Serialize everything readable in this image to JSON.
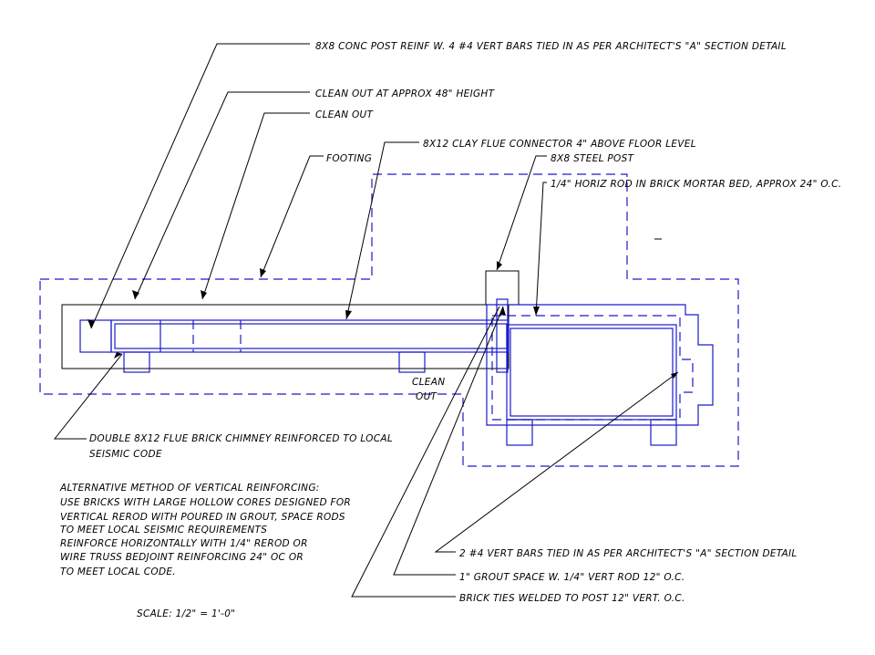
{
  "labels": {
    "post": "8X8 CONC POST REINF W. 4 #4 VERT BARS TIED IN AS PER ARCHITECT'S \"A\" SECTION DETAIL",
    "cleanout48": "CLEAN OUT AT APPROX 48\" HEIGHT",
    "cleanout": "CLEAN OUT",
    "footing": "FOOTING",
    "flue_connector": "8X12 CLAY FLUE CONNECTOR 4\" ABOVE FLOOR LEVEL",
    "steel_post": "8X8 STEEL POST",
    "horiz_rod": "1/4\" HORIZ ROD IN BRICK MORTAR BED, APPROX 24\" O.C.",
    "clean_line1": "CLEAN",
    "clean_line2": "OUT",
    "chimney_line1": "DOUBLE 8X12 FLUE BRICK CHIMNEY REINFORCED TO LOCAL",
    "chimney_line2": "SEISMIC CODE",
    "bars": "2 #4 VERT BARS TIED IN AS PER ARCHITECT'S \"A\" SECTION DETAIL",
    "grout": "1\" GROUT SPACE W. 1/4\" VERT ROD 12\" O.C.",
    "ties": "BRICK TIES WELDED TO POST 12\" VERT. O.C.",
    "scale": "SCALE: 1/2\" = 1'-0\""
  },
  "notes": [
    "ALTERNATIVE METHOD OF VERTICAL REINFORCING:",
    "USE BRICKS WITH LARGE HOLLOW CORES DESIGNED FOR",
    "VERTICAL REROD WITH POURED IN GROUT, SPACE RODS",
    "TO MEET LOCAL SEISMIC REQUIREMENTS",
    "REINFORCE HORIZONTALLY WITH 1/4\" REROD OR",
    "WIRE TRUSS BEDJOINT REINFORCING 24\" OC OR",
    "TO MEET LOCAL CODE."
  ],
  "colors": {
    "linework": "#1a1acc",
    "annotation": "#000000",
    "background": "#ffffff"
  }
}
